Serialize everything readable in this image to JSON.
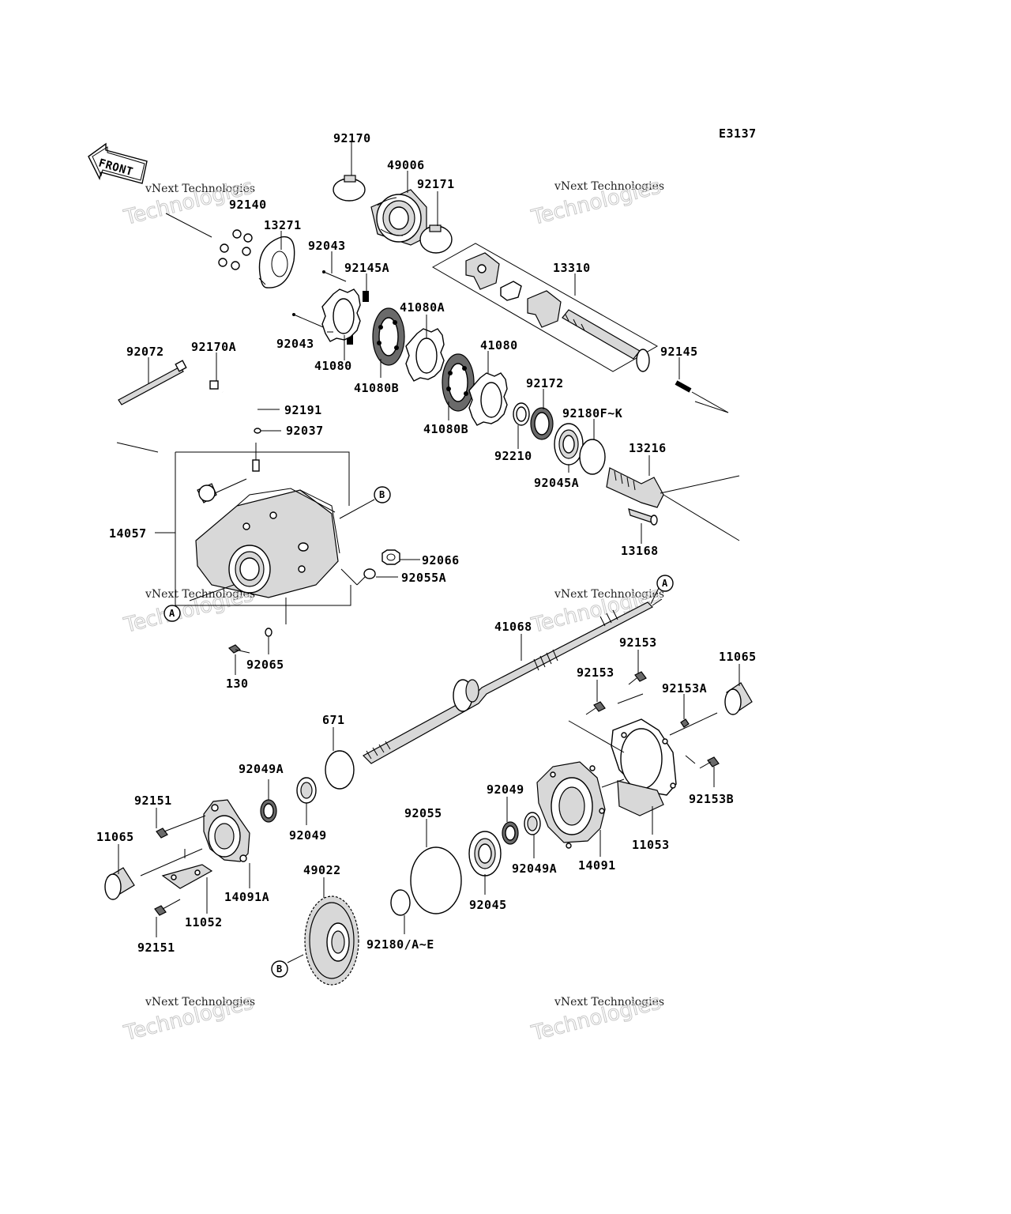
{
  "diagram": {
    "code": "E3137",
    "front_label": "FRONT",
    "watermark": {
      "line1": "vNext Technologies",
      "line2": "vNext Technologies",
      "line3": "Technologies"
    },
    "refs": {
      "a": "A",
      "b": "B"
    },
    "labels": {
      "p92170": "92170",
      "p49006": "49006",
      "p92171": "92171",
      "p92140": "92140",
      "p13271": "13271",
      "p92043a": "92043",
      "p92145A": "92145A",
      "p13310": "13310",
      "p41080A": "41080A",
      "p92043b": "92043",
      "p41080a": "41080",
      "p41080b": "41080",
      "p41080B_1": "41080B",
      "p41080B_2": "41080B",
      "p92072": "92072",
      "p92170A": "92170A",
      "p92145": "92145",
      "p92191": "92191",
      "p92172": "92172",
      "p92180FK": "92180F~K",
      "p92037": "92037",
      "p92210": "92210",
      "p13216": "13216",
      "p92045A": "92045A",
      "p14057": "14057",
      "p92066": "92066",
      "p13168": "13168",
      "p92055A": "92055A",
      "p41068": "41068",
      "p92153_1": "92153",
      "p11065_1": "11065",
      "p92065": "92065",
      "p130": "130",
      "p92153_2": "92153",
      "p92153A": "92153A",
      "p671": "671",
      "p92049A_1": "92049A",
      "p92151_1": "92151",
      "p92049_1": "92049",
      "p92055": "92055",
      "p92049_2": "92049",
      "p92153B": "92153B",
      "p11065_2": "11065",
      "p11053": "11053",
      "p14091": "14091",
      "p92049A_2": "92049A",
      "p49022": "49022",
      "p14091A": "14091A",
      "p11052": "11052",
      "p92045": "92045",
      "p92151_2": "92151",
      "p92180AE": "92180/A~E"
    }
  }
}
